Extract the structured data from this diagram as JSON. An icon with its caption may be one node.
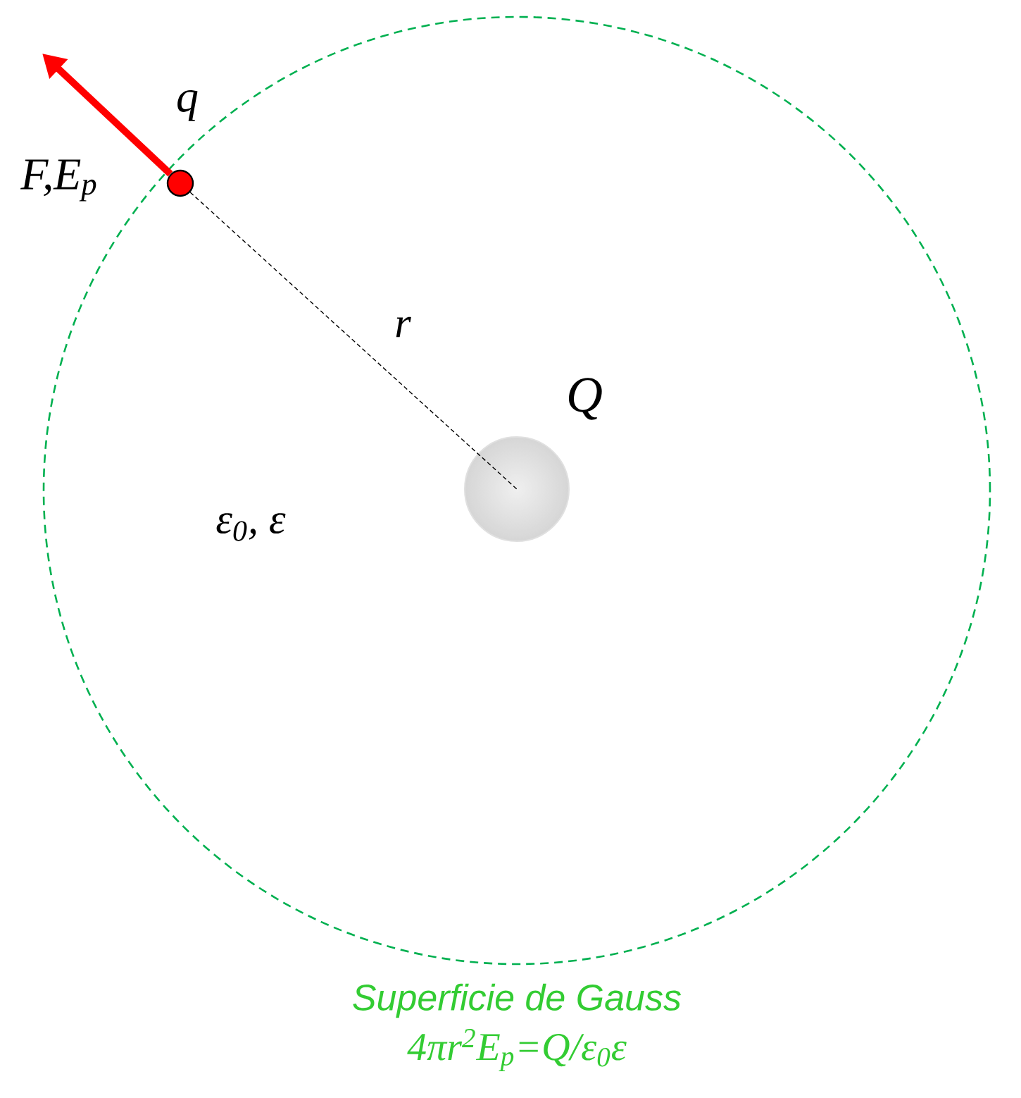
{
  "diagram": {
    "nodes": [
      {
        "text": [],
        "shape": "circle",
        "beside": [
          "Superficie de Gauss",
          "4πr$^{2}$E$_{p}$=Q/ε$_{0}$ε"
        ]
      },
      {
        "text": [],
        "shape": "circle",
        "beside": [
          "Q"
        ],
        "in": 0
      },
      {
        "text": [],
        "shape": "circle",
        "beside": [
          "q"
        ],
        "in": 0
      }
    ],
    "edges": [
      {
        "from": 2,
        "to": 1,
        "arrow": "none",
        "style": "dashed",
        "label": "r"
      },
      {
        "from": 2,
        "to": null,
        "arrow": "to",
        "style": "thick",
        "color": "#ff0000",
        "label": "F,E$_{p}$"
      }
    ],
    "labels": [
      "ε$_{0}$, ε"
    ]
  }
}
